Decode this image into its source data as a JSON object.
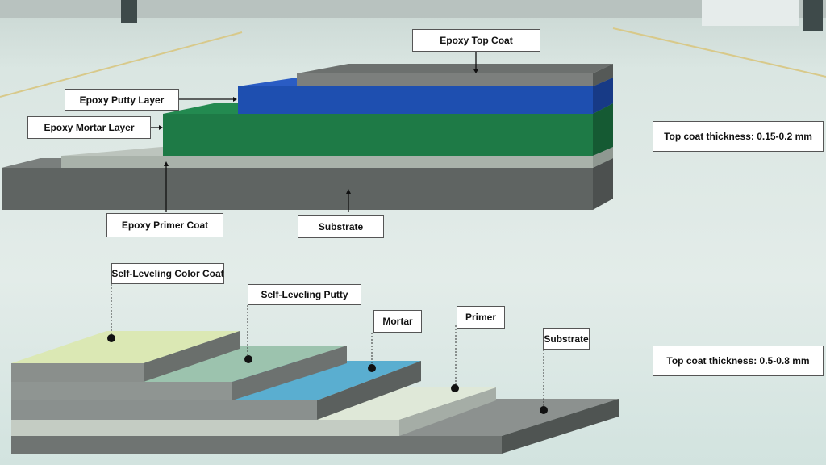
{
  "top_diagram": {
    "labels": {
      "top_coat": "Epoxy Top Coat",
      "putty": "Epoxy Putty Layer",
      "mortar": "Epoxy Mortar Layer",
      "primer": "Epoxy Primer Coat",
      "substrate": "Substrate"
    },
    "thickness_note": "Top coat thickness: 0.15-0.2 mm",
    "colors": {
      "top_coat": "#7c7f7d",
      "putty": "#1e4fb0",
      "mortar": "#1e7a46",
      "primer": "#a9b2aa",
      "substrate": "#5f6462"
    }
  },
  "bottom_diagram": {
    "labels": {
      "color_coat": "Self-Leveling Color Coat",
      "putty": "Self-Leveling Putty",
      "mortar": "Mortar",
      "primer": "Primer",
      "substrate": "Substrate"
    },
    "thickness_note": "Top coat thickness: 0.5-0.8 mm",
    "colors": {
      "color_coat": "#dbe8b4",
      "putty": "#9cc3ae",
      "mortar": "#5aaed0",
      "primer": "#dfe8d8",
      "substrate": "#6f7472"
    }
  }
}
